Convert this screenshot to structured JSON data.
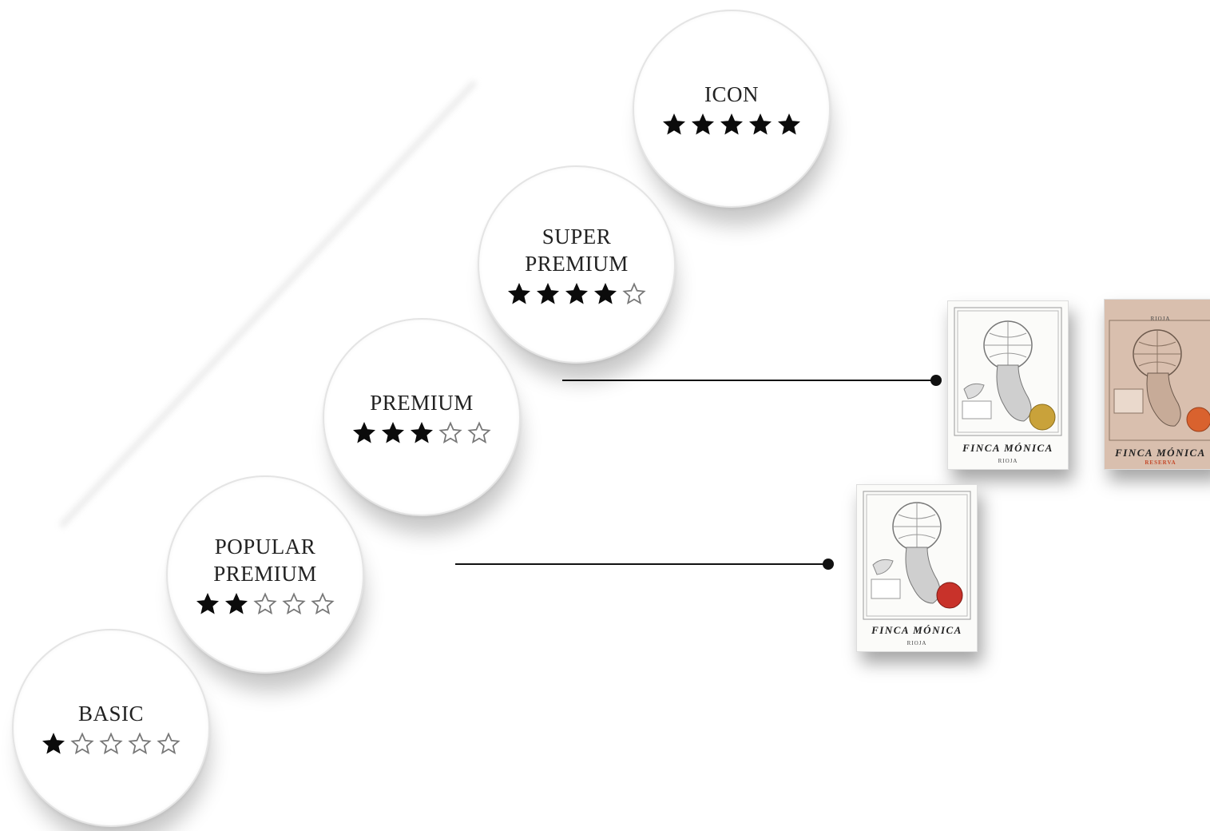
{
  "tiers": [
    {
      "name": "ICON",
      "stars_filled": 5,
      "stars_total": 5
    },
    {
      "name": "SUPER\nPREMIUM",
      "stars_filled": 4,
      "stars_total": 5
    },
    {
      "name": "PREMIUM",
      "stars_filled": 3,
      "stars_total": 5
    },
    {
      "name": "POPULAR\nPREMIUM",
      "stars_filled": 2,
      "stars_total": 5
    },
    {
      "name": "BASIC",
      "stars_filled": 1,
      "stars_total": 5
    }
  ],
  "labels": [
    {
      "brand": "FINCA MÓNICA",
      "region": "RIOJA",
      "variant": "",
      "seal_color": "#c9a23a"
    },
    {
      "brand": "FINCA MÓNICA",
      "region": "RIOJA",
      "variant": "RESERVA",
      "seal_color": "#d9622e"
    },
    {
      "brand": "FINCA MÓNICA",
      "region": "RIOJA",
      "variant": "",
      "seal_color": "#c8322a"
    }
  ],
  "colors": {
    "label_tan": "#d9bfae",
    "line": "#111111"
  },
  "icons": {
    "filled_star": "star-filled-icon",
    "empty_star": "star-outline-icon"
  }
}
